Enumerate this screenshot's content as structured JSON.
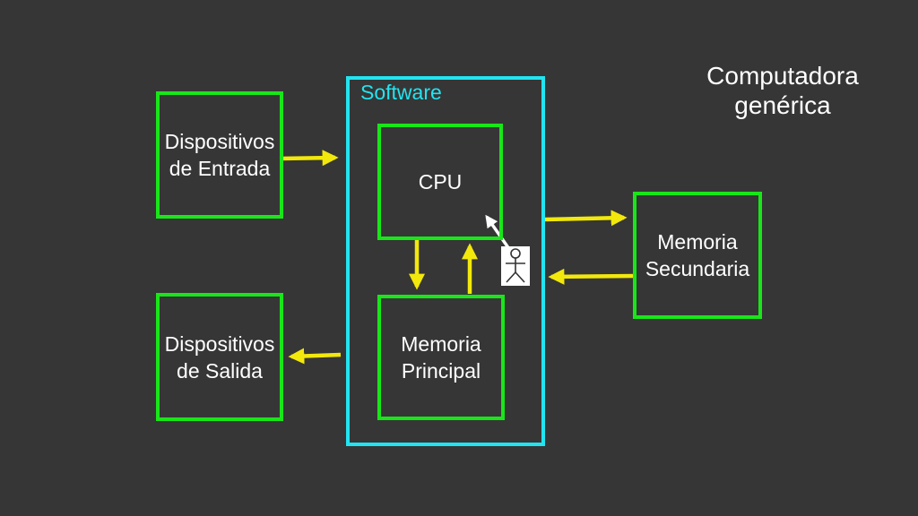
{
  "title": "Computadora\ngenérica",
  "software_label": "Software",
  "boxes": {
    "input_devices": "Dispositivos\nde Entrada",
    "output_devices": "Dispositivos\nde Salida",
    "cpu": "CPU",
    "main_memory": "Memoria\nPrincipal",
    "secondary_memory": "Memoria\nSecundaria"
  },
  "icons": {
    "user": "user-stick-figure-icon"
  },
  "colors": {
    "background": "#363636",
    "box_border": "#19e619",
    "software_border": "#22e4f0",
    "arrow": "#f2e80c",
    "pointer_arrow": "#ffffff",
    "text": "#ffffff"
  }
}
